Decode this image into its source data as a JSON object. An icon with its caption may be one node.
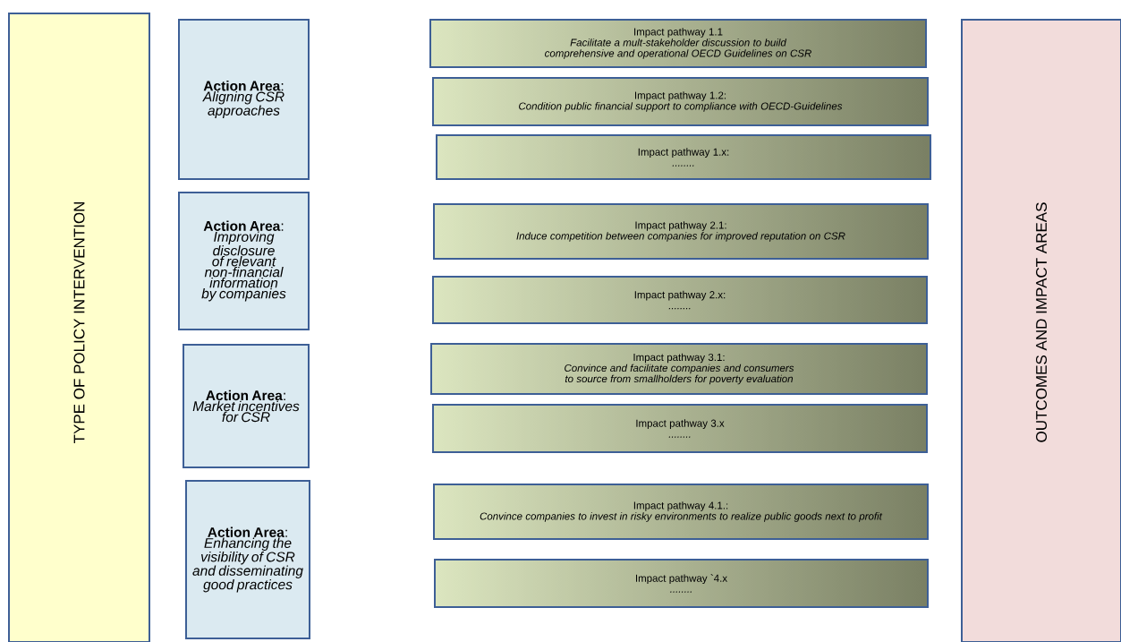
{
  "diagram": {
    "nodes": [
      {
        "text": [
          "TYPE OF POLICY INTERVENTION"
        ]
      },
      {
        "text": [
          "**Action Area**:",
          "Aligning CSR approaches"
        ]
      },
      {
        "text": [
          "Impact pathway 1.1",
          "Facilitate a mult-stakeholder discussion to build comprehensive and operational OECD Guidelines on CSR"
        ]
      },
      {
        "text": [
          "Impact pathway 1.2:",
          "Condition public financial support to compliance with OECD-Guidelines"
        ]
      },
      {
        "text": [
          "Impact pathway 1.x:",
          "........"
        ]
      },
      {
        "text": [
          "**Action Area**:",
          "Improving disclosure of relevant non-financial information by companies"
        ]
      },
      {
        "text": [
          "Impact pathway 2.1:",
          "Induce competition between companies for improved reputation on CSR"
        ]
      },
      {
        "text": [
          "Impact pathway 2.x:",
          "........"
        ]
      },
      {
        "text": [
          "**Action Area**:",
          "Market incentives for CSR"
        ]
      },
      {
        "text": [
          "Impact pathway 3.1:",
          "Convince and facilitate companies and consumers to source from smallholders for poverty evaluation"
        ]
      },
      {
        "text": [
          "Impact pathway 3.x",
          "........"
        ]
      },
      {
        "text": [
          "**Action Area**:",
          "Enhancing the visibility of CSR and disseminating good practices"
        ]
      },
      {
        "text": [
          "Impact pathway 4.1.:",
          "Convince companies to invest in risky environments to realize public goods next to profit"
        ]
      },
      {
        "text": [
          "Impact pathway `4.x",
          "........"
        ]
      },
      {
        "text": [
          "OUTCOMES AND IMPACT AREAS"
        ]
      }
    ]
  }
}
